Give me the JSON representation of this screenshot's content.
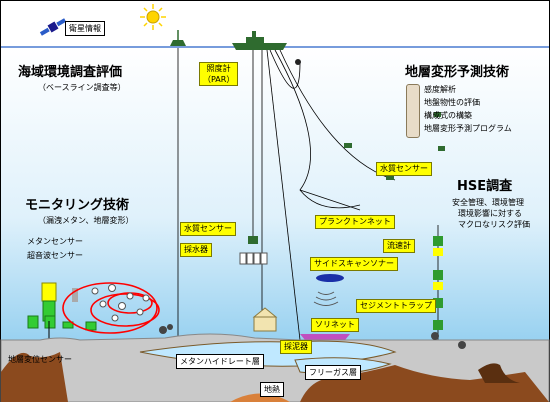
{
  "satellite_label": "衛星情報",
  "sections": {
    "marine_env": {
      "title": "海域環境調査評価",
      "subtitle": "（ベースライン調査等）"
    },
    "deformation": {
      "title": "地層変形予測技術",
      "items": [
        "感度解析",
        "地盤物性の評価",
        "構成式の構築",
        "地層変形予測プログラム"
      ]
    },
    "monitoring": {
      "title": "モニタリング技術",
      "subtitle": "（漏洩メタン、地層変形）"
    },
    "hse": {
      "title": "HSE調査",
      "items": [
        "安全管理、環境管理",
        "環境影響に対する",
        "マクロなリスク評価"
      ]
    }
  },
  "tags": {
    "par": "照度計\n（PAR）",
    "water_sensor_right": "水質センサー",
    "water_sensor_left": "水質センサー",
    "water_sampler": "採水器",
    "plankton_net": "プランクトンネット",
    "current_meter": "流速計",
    "side_scan": "サイドスキャンソナー",
    "sediment_trap": "セジメントトラップ",
    "sorinet": "ソリネット",
    "mud_sampler": "採泥器"
  },
  "sensors": {
    "methane": "メタンセンサー",
    "ultrasonic": "超音波センサー",
    "deformation": "地層変位センサー"
  },
  "layers": {
    "methane_hydrate": "メタンハイドレート層",
    "free_gas": "フリーガス層",
    "geothermal": "地熱"
  },
  "colors": {
    "sea_top": "#ffffff",
    "sea_bottom": "#9dd3f2",
    "seabed": "#c9c9c9",
    "rock": "#8b4a1e",
    "hydrate": "#bfe8ff",
    "tag": "#ffff00",
    "accent_red": "#ff0000",
    "sensor_green": "#33cc33"
  }
}
